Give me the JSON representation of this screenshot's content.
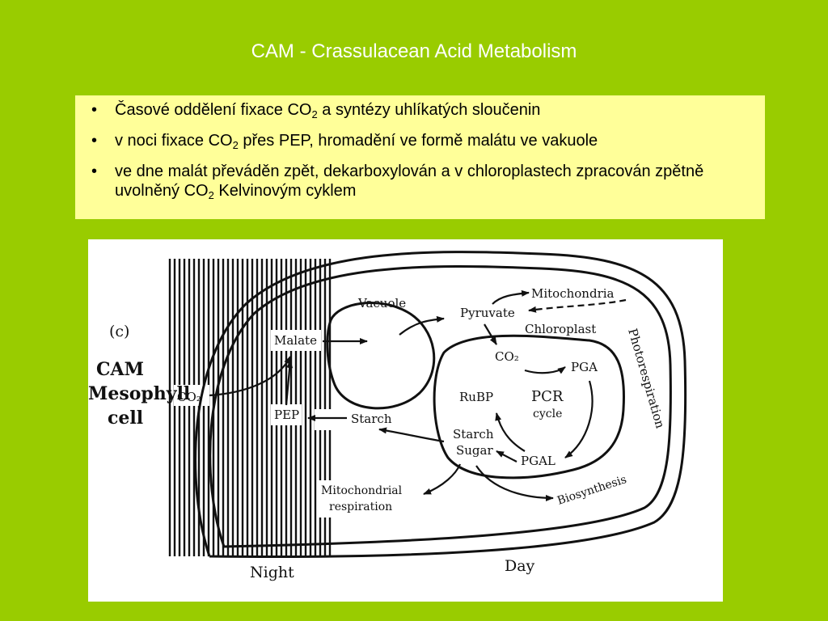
{
  "slide": {
    "title": "CAM - Crassulacean Acid Metabolism"
  },
  "bullets": [
    {
      "pre": "Časové oddělení fixace CO",
      "sub": "2",
      "post": " a syntézy uhlíkatých sloučenin"
    },
    {
      "pre": "v noci fixace CO",
      "sub": "2",
      "post": " přes PEP, hromadění ve formě malátu ve vakuole"
    },
    {
      "pre": "ve dne malát převáděn zpět, dekarboxylován a v chloroplastech zpracován zpětně uvolněný CO",
      "sub": "2",
      "post": " Kelvinovým cyklem"
    }
  ],
  "bullet_marker": "•",
  "diagram": {
    "panel_label": "(c)",
    "cell_label_1": "CAM",
    "cell_label_2": "Mesophyll",
    "cell_label_3": "cell",
    "co2_in": "CO₂",
    "malate": "Malate",
    "pep": "PEP",
    "vacuole": "Vacuole",
    "starch_night": "Starch",
    "pyruvate": "Pyruvate",
    "mitochondria": "Mitochondria",
    "chloroplast": "Chloroplast",
    "photorespiration": "Photorespiration",
    "co2_chloro": "CO₂",
    "pga": "PGA",
    "rubp": "RuBP",
    "pcr": "PCR",
    "cycle": "cycle",
    "starch_sugar_1": "Starch",
    "starch_sugar_2": "Sugar",
    "pgal": "PGAL",
    "mito_resp_1": "Mitochondrial",
    "mito_resp_2": "respiration",
    "biosynthesis": "Biosynthesis",
    "night": "Night",
    "day": "Day"
  }
}
